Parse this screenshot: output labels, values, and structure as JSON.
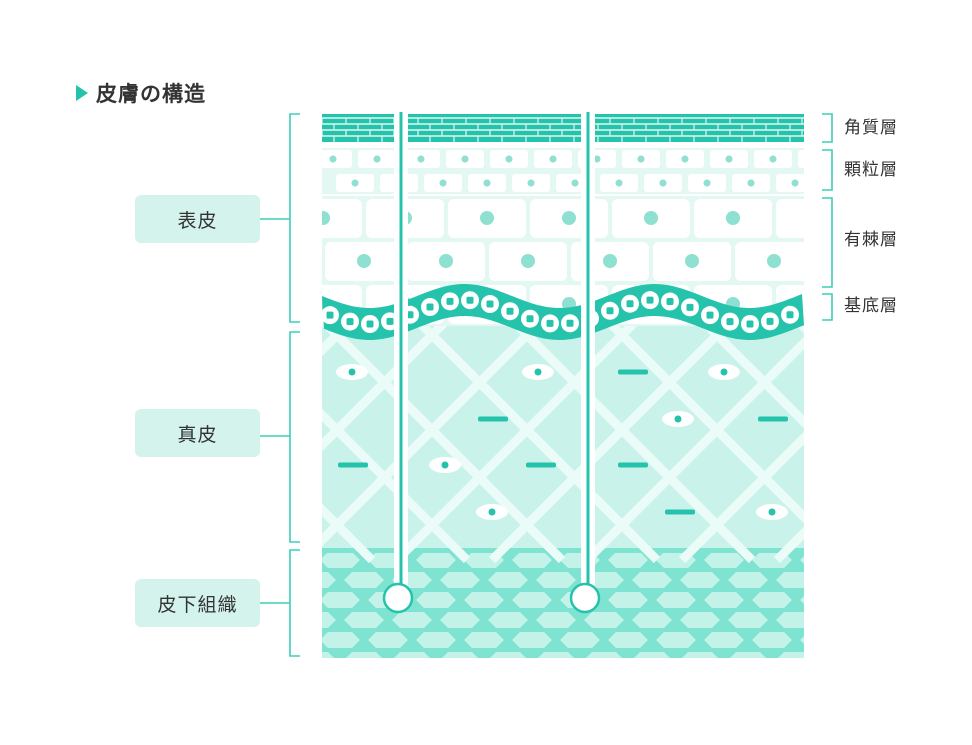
{
  "title": "皮膚の構造",
  "layers": [
    {
      "name": "表皮"
    },
    {
      "name": "真皮"
    },
    {
      "name": "皮下組織"
    }
  ],
  "epidermis_sublayers": [
    {
      "name": "角質層"
    },
    {
      "name": "顆粒層"
    },
    {
      "name": "有棘層"
    },
    {
      "name": "基底層"
    }
  ],
  "colors": {
    "accent": "#25c3ac",
    "cell_fill": "#8ee0d0",
    "dermis_bg": "#c9f3ea",
    "subcutis_bg": "#7fe3d2",
    "label_bg": "#d3f3ec",
    "bracket": "#3ecdb7"
  }
}
